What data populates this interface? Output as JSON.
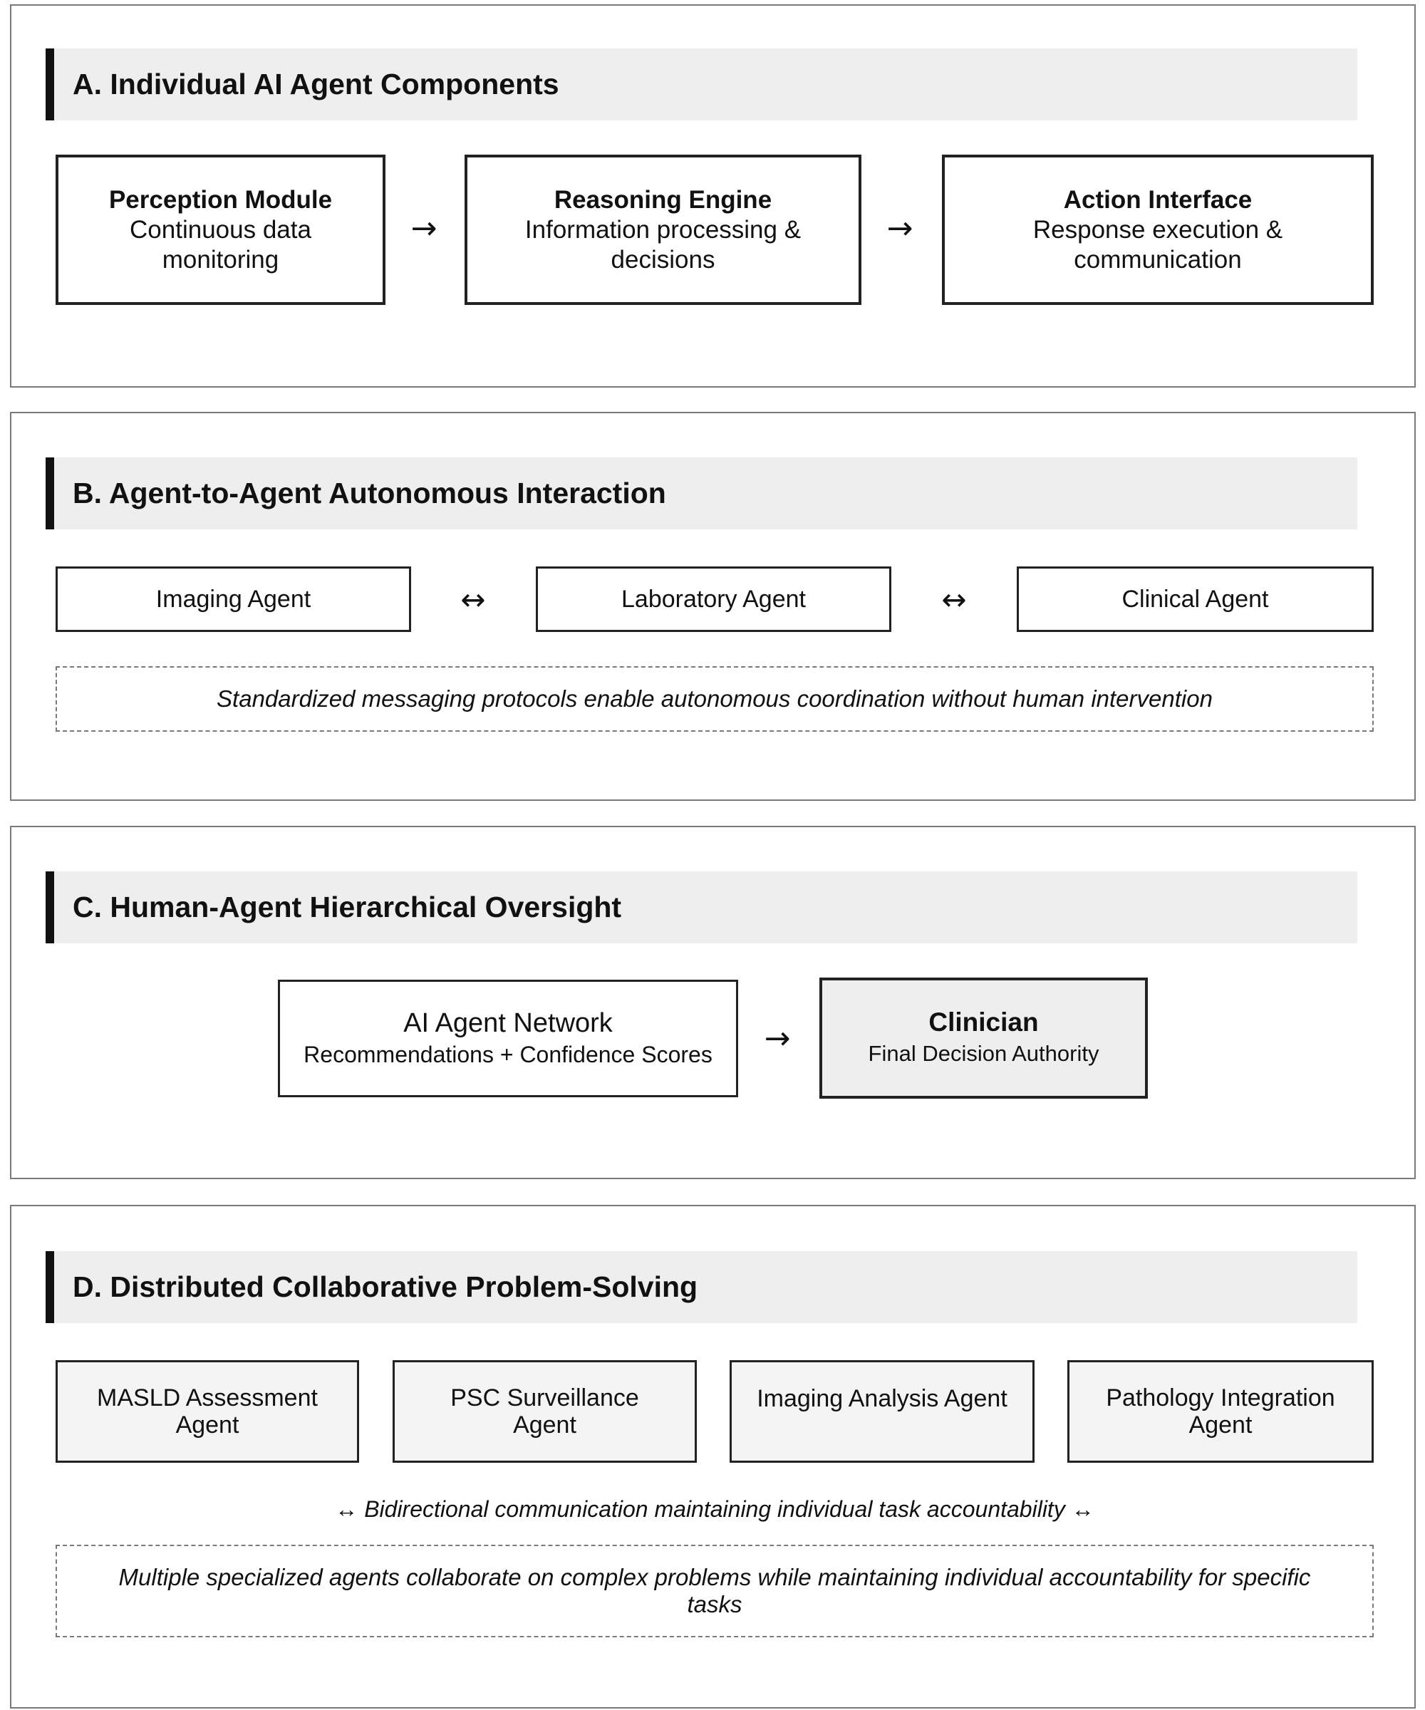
{
  "panel_a": {
    "title": "A. Individual AI Agent Components",
    "arrow": "→",
    "boxes": [
      {
        "title": "Perception Module",
        "line1": "Continuous data",
        "line2": "monitoring"
      },
      {
        "title": "Reasoning Engine",
        "line1": "Information processing &",
        "line2": "decisions"
      },
      {
        "title": "Action Interface",
        "line1": "Response execution &",
        "line2": "communication"
      }
    ]
  },
  "panel_b": {
    "title": "B. Agent-to-Agent Autonomous Interaction",
    "arrow": "↔",
    "agents": [
      "Imaging Agent",
      "Laboratory Agent",
      "Clinical Agent"
    ],
    "note": "Standardized messaging protocols enable autonomous coordination without human intervention"
  },
  "panel_c": {
    "title": "C. Human-Agent Hierarchical Oversight",
    "arrow": "→",
    "network": {
      "title": "AI Agent Network",
      "subtitle": "Recommendations + Confidence Scores"
    },
    "clinician": {
      "title": "Clinician",
      "subtitle": "Final Decision Authority"
    }
  },
  "panel_d": {
    "title": "D. Distributed Collaborative Problem-Solving",
    "agents": [
      {
        "line1": "MASLD Assessment",
        "line2": "Agent"
      },
      {
        "line1": "PSC Surveillance",
        "line2": "Agent"
      },
      {
        "line1": "Imaging Analysis Agent",
        "line2": ""
      },
      {
        "line1": "Pathology Integration",
        "line2": "Agent"
      }
    ],
    "communication": "↔ Bidirectional communication maintaining individual task accountability ↔",
    "note_line1": "Multiple specialized agents collaborate on complex problems while maintaining individual accountability for specific",
    "note_line2": "tasks"
  },
  "colors": {
    "panel_border": "#7a7a7a",
    "header_fill": "#eeeeee",
    "header_bar": "#111111",
    "box_border": "#222222",
    "clinician_fill": "#eeeeee"
  }
}
